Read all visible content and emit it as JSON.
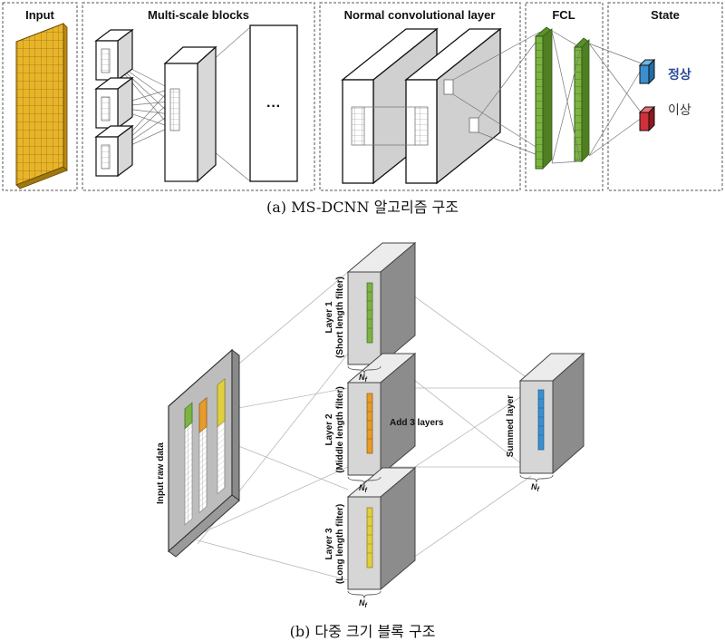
{
  "panel_a": {
    "sections": {
      "input": "Input",
      "multiscale": "Multi-scale blocks",
      "normal_conv": "Normal convolutional layer",
      "fcl": "FCL",
      "state": "State"
    },
    "ellipsis": "···",
    "states": {
      "normal": "정상",
      "abnormal": "이상"
    },
    "caption": "(a) MS-DCNN 알고리즘 구조"
  },
  "panel_b": {
    "input_label": "Input raw data",
    "layers": [
      {
        "title": "Layer 1",
        "subtitle": "(Short length filter)"
      },
      {
        "title": "Layer 2",
        "subtitle": "(Middle length filter)"
      },
      {
        "title": "Layer 3",
        "subtitle": "(Long length filter)"
      }
    ],
    "add_label": "Add 3 layers",
    "summed_label": "Summed layer",
    "nf_main": "N",
    "nf_sub": "f",
    "caption": "(b) 다중 크기 블록 구조"
  },
  "colors": {
    "yellow_grid": "#e8b52a",
    "green": "#7cb342",
    "orange": "#e89a2a",
    "yellow": "#e0d040",
    "blue": "#3a8fcf",
    "red": "#d0303a",
    "state_text_normal": "#2a4a9a",
    "state_text_abnormal": "#333333"
  }
}
